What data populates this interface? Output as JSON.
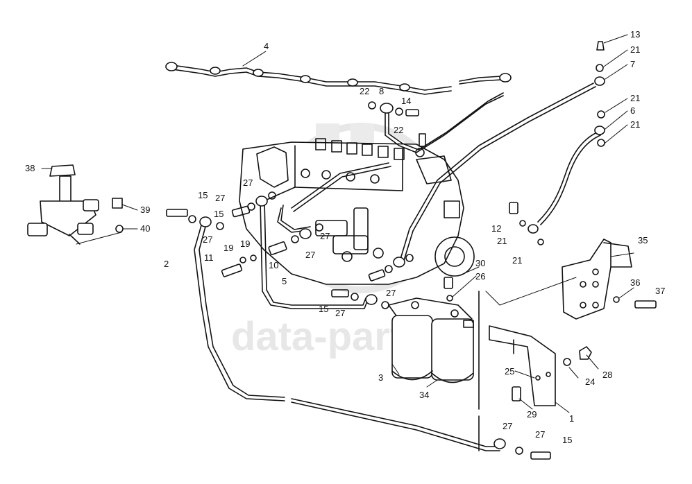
{
  "watermark": {
    "text": "data-parts",
    "color": "#d4d4d4"
  },
  "line_color": "#111111",
  "callouts": [
    {
      "id": "c4",
      "label": "4"
    },
    {
      "id": "c22a",
      "label": "22"
    },
    {
      "id": "c8",
      "label": "8"
    },
    {
      "id": "c14",
      "label": "14"
    },
    {
      "id": "c22b",
      "label": "22"
    },
    {
      "id": "c13",
      "label": "13"
    },
    {
      "id": "c21a",
      "label": "21"
    },
    {
      "id": "c7",
      "label": "7"
    },
    {
      "id": "c21b",
      "label": "21"
    },
    {
      "id": "c6",
      "label": "6"
    },
    {
      "id": "c21c",
      "label": "21"
    },
    {
      "id": "c38",
      "label": "38"
    },
    {
      "id": "c39",
      "label": "39"
    },
    {
      "id": "c40",
      "label": "40"
    },
    {
      "id": "c15a",
      "label": "15"
    },
    {
      "id": "c27a",
      "label": "27"
    },
    {
      "id": "c27b",
      "label": "27"
    },
    {
      "id": "c15b",
      "label": "15"
    },
    {
      "id": "c27c",
      "label": "27"
    },
    {
      "id": "c2",
      "label": "2"
    },
    {
      "id": "c19a",
      "label": "19"
    },
    {
      "id": "c19b",
      "label": "19"
    },
    {
      "id": "c11",
      "label": "11"
    },
    {
      "id": "c10",
      "label": "10"
    },
    {
      "id": "c27d",
      "label": "27"
    },
    {
      "id": "c27e",
      "label": "27"
    },
    {
      "id": "c5",
      "label": "5"
    },
    {
      "id": "c12",
      "label": "12"
    },
    {
      "id": "c21d",
      "label": "21"
    },
    {
      "id": "c21e",
      "label": "21"
    },
    {
      "id": "c35",
      "label": "35"
    },
    {
      "id": "c30",
      "label": "30"
    },
    {
      "id": "c26",
      "label": "26"
    },
    {
      "id": "c36",
      "label": "36"
    },
    {
      "id": "c37",
      "label": "37"
    },
    {
      "id": "c15c",
      "label": "15"
    },
    {
      "id": "c27f",
      "label": "27"
    },
    {
      "id": "c27g",
      "label": "27"
    },
    {
      "id": "c3",
      "label": "3"
    },
    {
      "id": "c34",
      "label": "34"
    },
    {
      "id": "c25",
      "label": "25"
    },
    {
      "id": "c28",
      "label": "28"
    },
    {
      "id": "c24",
      "label": "24"
    },
    {
      "id": "c29",
      "label": "29"
    },
    {
      "id": "c1",
      "label": "1"
    },
    {
      "id": "c27h",
      "label": "27"
    },
    {
      "id": "c27i",
      "label": "27"
    },
    {
      "id": "c15d",
      "label": "15"
    }
  ]
}
